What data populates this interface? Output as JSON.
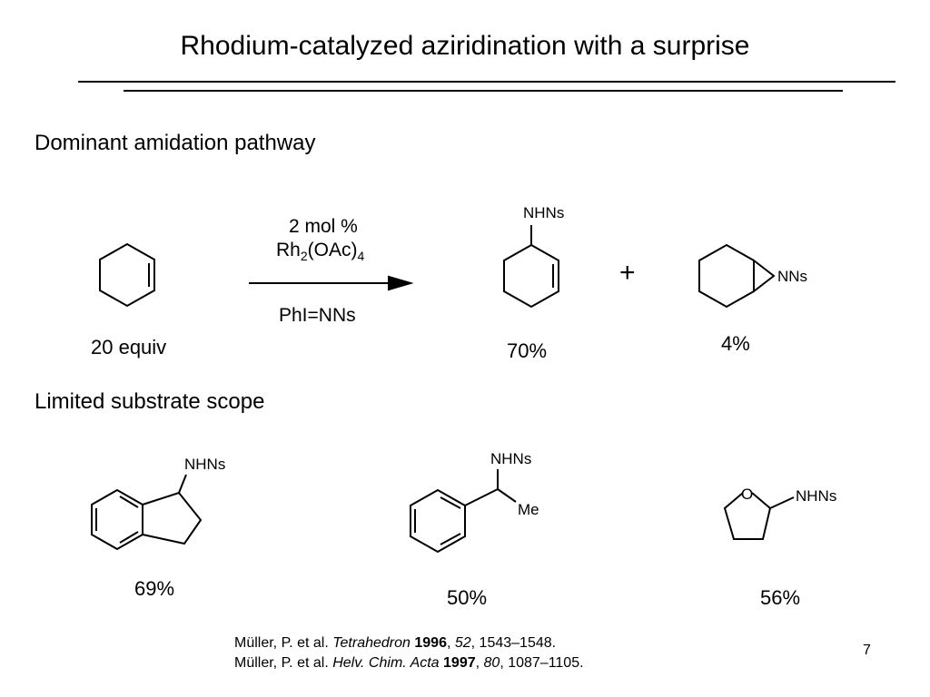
{
  "slide": {
    "title": "Rhodium-catalyzed aziridination with a surprise",
    "page_number": "7"
  },
  "section1": {
    "heading": "Dominant amidation pathway",
    "substrate_label": "20 equiv",
    "conditions": {
      "line1": "2 mol %",
      "catalyst_rh": "Rh",
      "catalyst_sub": "2",
      "catalyst_mid": "(OAc)",
      "catalyst_sub2": "4",
      "reagent": "PhI=NNs"
    },
    "plus": "+",
    "product1": {
      "group": "NHNs",
      "yield": "70%"
    },
    "product2": {
      "group": "NNs",
      "yield": "4%"
    }
  },
  "section2": {
    "heading": "Limited substrate scope",
    "items": [
      {
        "group": "NHNs",
        "yield": "69%"
      },
      {
        "group": "NHNs",
        "substituent": "Me",
        "yield": "50%"
      },
      {
        "heteroatom": "O",
        "group": "NHNs",
        "yield": "56%"
      }
    ]
  },
  "references": [
    {
      "authors": "Müller, P. et al.",
      "journal": "Tetrahedron",
      "year": "1996",
      "volume": "52",
      "pages": "1543–1548."
    },
    {
      "authors": "Müller, P. et al.",
      "journal": "Helv. Chim. Acta",
      "year": "1997",
      "volume": "80",
      "pages": "1087–1105."
    }
  ]
}
